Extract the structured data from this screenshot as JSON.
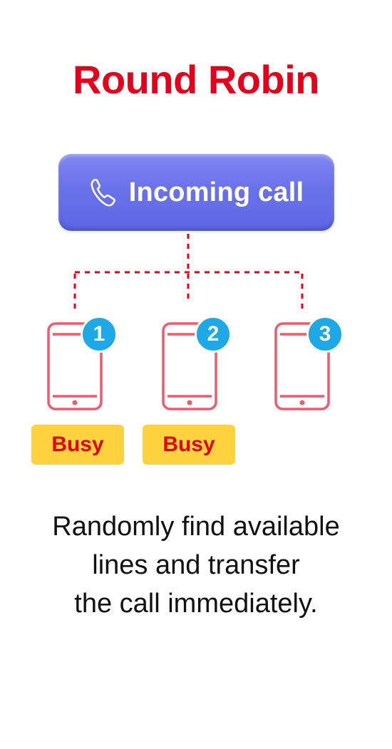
{
  "title": "Round Robin",
  "incoming": {
    "label": "Incoming call",
    "icon": "phone-icon"
  },
  "devices": [
    {
      "number": "1",
      "status": "Busy"
    },
    {
      "number": "2",
      "status": "Busy"
    },
    {
      "number": "3",
      "status": ""
    }
  ],
  "description": {
    "lines": [
      "Randomly find available",
      "lines and transfer",
      "the call immediately."
    ]
  },
  "colors": {
    "title": "#e2001a",
    "incoming_bg": "#6a72ea",
    "device_outline": "#f05a6e",
    "badge": "#1fa8e6",
    "busy_bg": "#ffd23f",
    "busy_text": "#e2001a",
    "connector": "#e2001a"
  }
}
